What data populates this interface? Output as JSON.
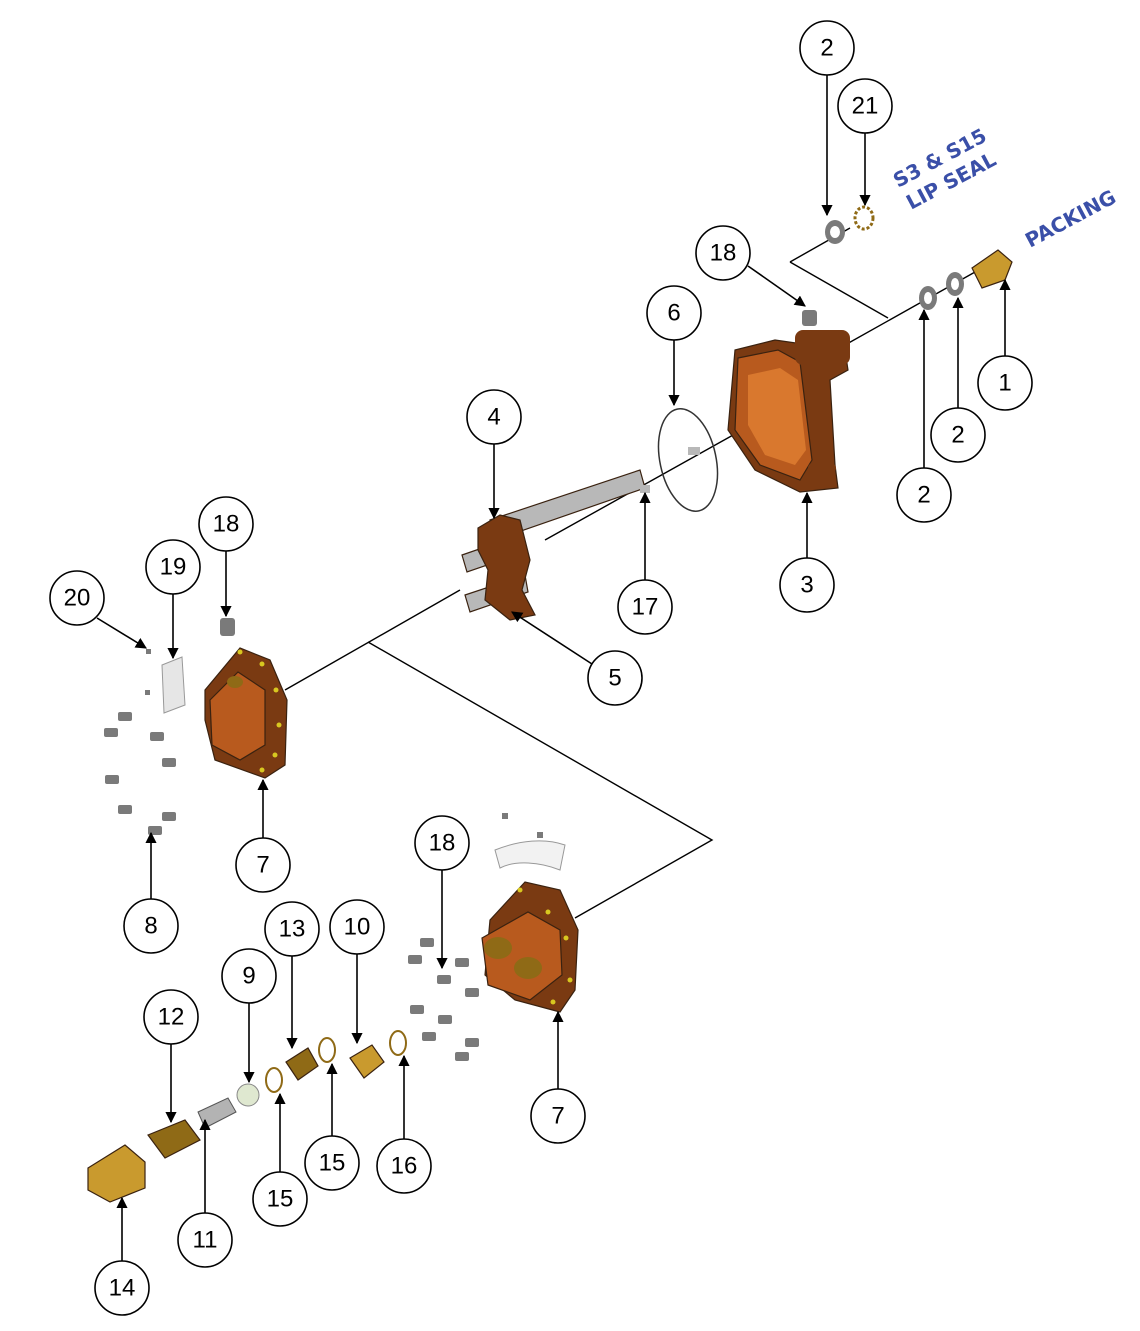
{
  "labels": {
    "lip_seal_line1": "S3 & S15",
    "lip_seal_line2": "LIP SEAL",
    "packing": "PACKING"
  },
  "colors": {
    "label_blue": "#3a4fa8",
    "bronze": "#b85a1e",
    "brass": "#c99a2e"
  },
  "balloons": [
    "2",
    "21",
    "18",
    "6",
    "1",
    "2",
    "2",
    "4",
    "3",
    "18",
    "19",
    "20",
    "17",
    "5",
    "7",
    "8",
    "18",
    "10",
    "13",
    "9",
    "12",
    "15",
    "16",
    "15",
    "11",
    "14",
    "7"
  ]
}
